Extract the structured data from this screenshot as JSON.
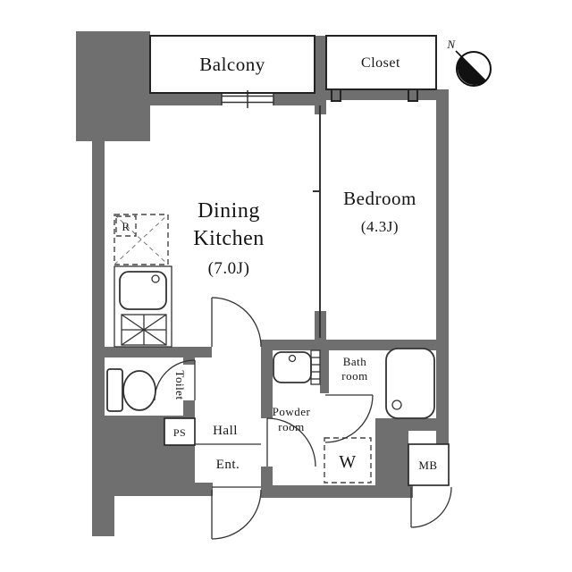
{
  "palette": {
    "wall": "#6f6f6f",
    "outline": "#222222",
    "background": "#ffffff"
  },
  "compass": {
    "label": "N"
  },
  "rooms": {
    "balcony": {
      "label": "Balcony"
    },
    "closet": {
      "label": "Closet"
    },
    "dining_kitchen": {
      "line1": "Dining",
      "line2": "Kitchen",
      "size": "(7.0J)"
    },
    "bedroom": {
      "label": "Bedroom",
      "size": "(4.3J)"
    },
    "toilet": {
      "label": "Toilet"
    },
    "pipe_space": {
      "label": "PS"
    },
    "hall": {
      "label": "Hall"
    },
    "entrance": {
      "label": "Ent."
    },
    "powder_room": {
      "line1": "Powder",
      "line2": "room"
    },
    "bathroom": {
      "line1": "Bath",
      "line2": "room"
    },
    "washer_space": {
      "label": "W"
    },
    "meter_box": {
      "label": "MB"
    },
    "refrigerator_space": {
      "label": "R"
    }
  }
}
